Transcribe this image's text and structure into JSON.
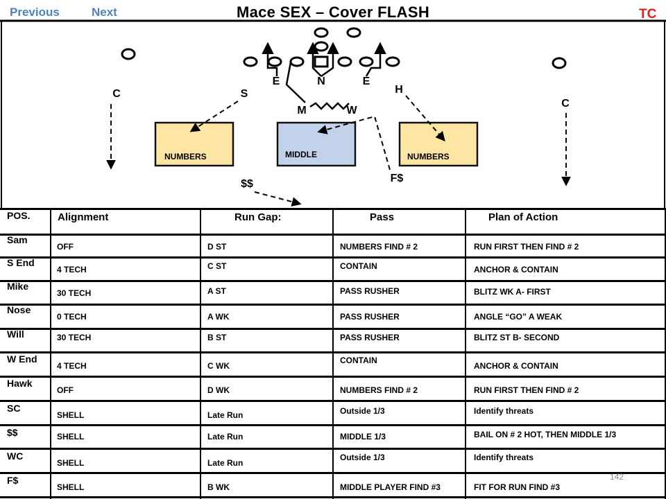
{
  "nav": {
    "previous": "Previous",
    "next": "Next"
  },
  "title": "Mace SEX – Cover FLASH",
  "badge": "TC",
  "slide_number": "142",
  "diagram": {
    "labels": {
      "e_left": "E",
      "n": "N",
      "e_right": "E",
      "h": "H",
      "c_left": "C",
      "s": "S",
      "m": "M",
      "w": "W",
      "c_right": "C",
      "fs": "F$",
      "ss": "$$"
    },
    "zones": {
      "numbers_left": "NUMBERS",
      "middle": "MIDDLE",
      "numbers_right": "NUMBERS"
    },
    "colors": {
      "numbers_fill": "#fde5a4",
      "middle_fill": "#c1d2ea"
    }
  },
  "table": {
    "headers": {
      "pos": "POS.",
      "alignment": "Alignment",
      "run_gap": "Run Gap:",
      "pass": "Pass",
      "plan": "Plan of Action"
    },
    "rows": [
      {
        "pos": "Sam",
        "alignment": "OFF",
        "run_gap": "D ST",
        "pass": "NUMBERS FIND # 2",
        "plan": "RUN FIRST THEN FIND # 2"
      },
      {
        "pos": "S End",
        "alignment": "4 TECH",
        "run_gap": "C ST",
        "pass": "CONTAIN",
        "plan": "ANCHOR & CONTAIN"
      },
      {
        "pos": "Mike",
        "alignment": "30 TECH",
        "run_gap": "A ST",
        "pass": "PASS RUSHER",
        "plan": "BLITZ WK A- FIRST"
      },
      {
        "pos": "Nose",
        "alignment": "0 TECH",
        "run_gap": "A WK",
        "pass": "PASS RUSHER",
        "plan": "ANGLE “GO” A WEAK"
      },
      {
        "pos": "Will",
        "alignment": "30 TECH",
        "run_gap": "B ST",
        "pass": "PASS RUSHER",
        "plan": "BLITZ ST B- SECOND"
      },
      {
        "pos": "W End",
        "alignment": "4 TECH",
        "run_gap": "C WK",
        "pass": "CONTAIN",
        "plan": "ANCHOR & CONTAIN"
      },
      {
        "pos": "Hawk",
        "alignment": "OFF",
        "run_gap": "D WK",
        "pass": "NUMBERS FIND # 2",
        "plan": "RUN FIRST THEN FIND # 2"
      },
      {
        "pos": "SC",
        "alignment": "SHELL",
        "run_gap": "Late Run",
        "pass": "Outside 1/3",
        "plan": "Identify threats"
      },
      {
        "pos": "$$",
        "alignment": "SHELL",
        "run_gap": "Late Run",
        "pass": "MIDDLE 1/3",
        "plan": "BAIL ON # 2 HOT, THEN MIDDLE 1/3"
      },
      {
        "pos": "WC",
        "alignment": "SHELL",
        "run_gap": "Late Run",
        "pass": "Outside 1/3",
        "plan": "Identify threats"
      },
      {
        "pos": "F$",
        "alignment": "SHELL",
        "run_gap": "B WK",
        "pass": "MIDDLE PLAYER FIND #3",
        "plan": "FIT FOR RUN FIND #3"
      }
    ]
  }
}
